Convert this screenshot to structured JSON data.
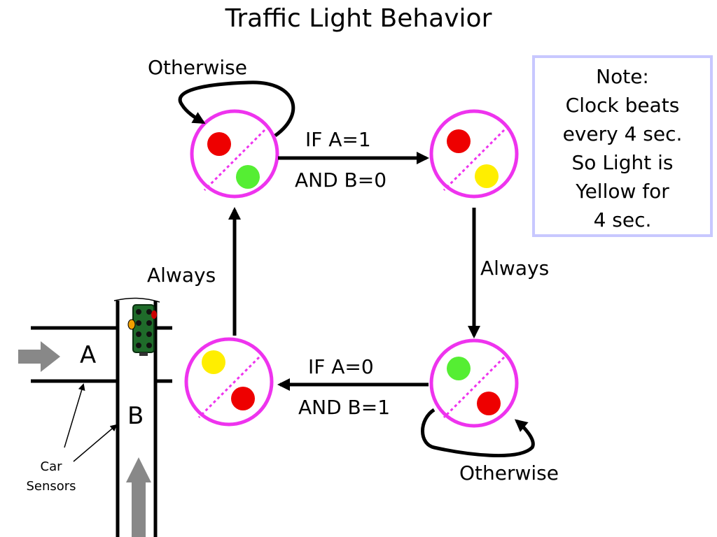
{
  "title": "Traffic Light Behavior",
  "note": {
    "lines": [
      "Note:",
      "Clock beats",
      "every 4 sec.",
      "So Light is",
      "Yellow for",
      "4 sec."
    ]
  },
  "transitions": {
    "top_self_loop": "Otherwise",
    "top_line1": "IF A=1",
    "top_line2": "AND B=0",
    "right_side": "Always",
    "left_side": "Always",
    "bottom_line1": "IF A=0",
    "bottom_line2": "AND B=1",
    "bottom_self_loop": "Otherwise"
  },
  "intersection": {
    "lane_a": "A",
    "lane_b": "B",
    "sensor_label": [
      "Car",
      "Sensors"
    ]
  },
  "states": [
    {
      "name": "state-a-red-b-green",
      "top_light": "red",
      "bottom_light": "green"
    },
    {
      "name": "state-a-red-b-yellow",
      "top_light": "red",
      "bottom_light": "yellow"
    },
    {
      "name": "state-a-green-b-red",
      "top_light": "green",
      "bottom_light": "red"
    },
    {
      "name": "state-a-yellow-b-red",
      "top_light": "yellow",
      "bottom_light": "red"
    }
  ],
  "colors": {
    "state_outline": "#ee33ee",
    "red": "#ee0000",
    "green": "#55ee33",
    "yellow": "#ffee00",
    "arrow": "#000000",
    "lane_arrow": "#888888",
    "note_border": "#c8c8ff"
  }
}
